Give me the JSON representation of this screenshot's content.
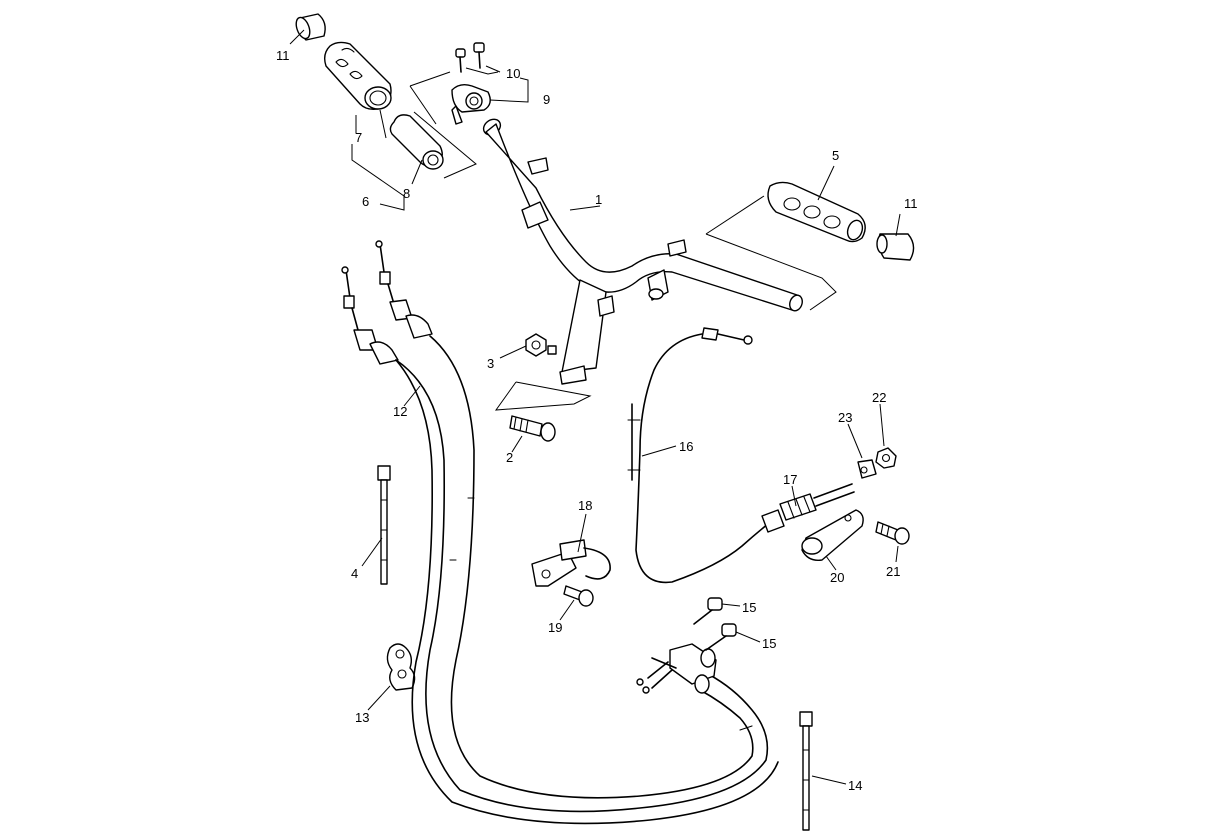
{
  "callouts": [
    {
      "key": "c1",
      "text": "1"
    },
    {
      "key": "c2",
      "text": "2"
    },
    {
      "key": "c3",
      "text": "3"
    },
    {
      "key": "c4",
      "text": "4"
    },
    {
      "key": "c5",
      "text": "5"
    },
    {
      "key": "c6",
      "text": "6"
    },
    {
      "key": "c7",
      "text": "7"
    },
    {
      "key": "c8",
      "text": "8"
    },
    {
      "key": "c9",
      "text": "9"
    },
    {
      "key": "c10",
      "text": "10"
    },
    {
      "key": "c11a",
      "text": "11"
    },
    {
      "key": "c11b",
      "text": "11"
    },
    {
      "key": "c12",
      "text": "12"
    },
    {
      "key": "c13",
      "text": "13"
    },
    {
      "key": "c14",
      "text": "14"
    },
    {
      "key": "c15a",
      "text": "15"
    },
    {
      "key": "c15b",
      "text": "15"
    },
    {
      "key": "c16",
      "text": "16"
    },
    {
      "key": "c17",
      "text": "17"
    },
    {
      "key": "c18",
      "text": "18"
    },
    {
      "key": "c19",
      "text": "19"
    },
    {
      "key": "c20",
      "text": "20"
    },
    {
      "key": "c21",
      "text": "21"
    },
    {
      "key": "c22",
      "text": "22"
    },
    {
      "key": "c23",
      "text": "23"
    }
  ]
}
